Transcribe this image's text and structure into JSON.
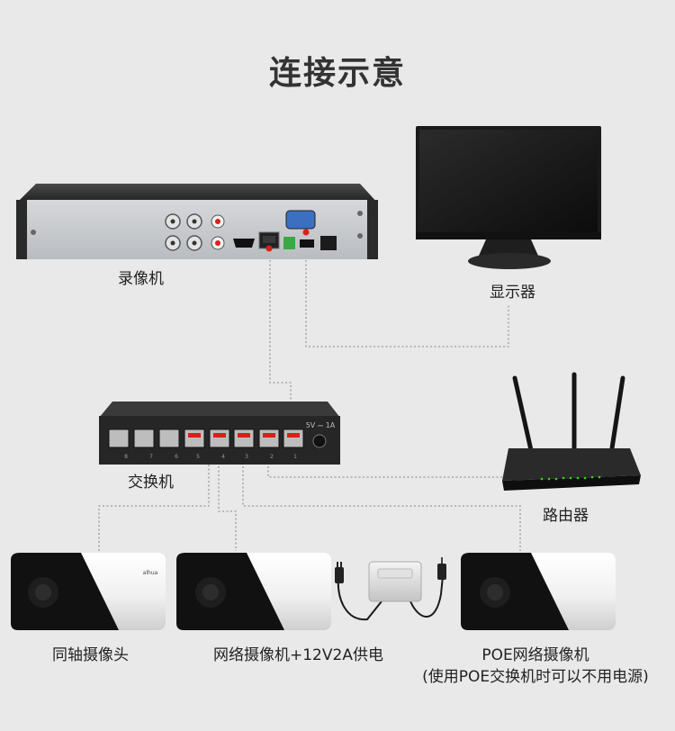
{
  "title": "连接示意",
  "labels": {
    "recorder": "录像机",
    "monitor": "显示器",
    "switch": "交换机",
    "router": "路由器",
    "coax_camera": "同轴摄像头",
    "network_camera": "网络摄像机+12V2A供电",
    "poe_camera_line1": "POE网络摄像机",
    "poe_camera_line2": "(使用POE交换机时可以不用电源)"
  },
  "switch_panel": {
    "power_text": "5V ⎓ 1A",
    "port_numbers": [
      "8",
      "7",
      "6",
      "5",
      "4",
      "3",
      "2",
      "1"
    ]
  },
  "brand_mark": "alhua",
  "colors": {
    "background": "#e9e9e9",
    "device_dark": "#232323",
    "recorder_panel": "#c9ccd0",
    "connector_red": "#d8201c",
    "wire": "#9a9a9a"
  }
}
